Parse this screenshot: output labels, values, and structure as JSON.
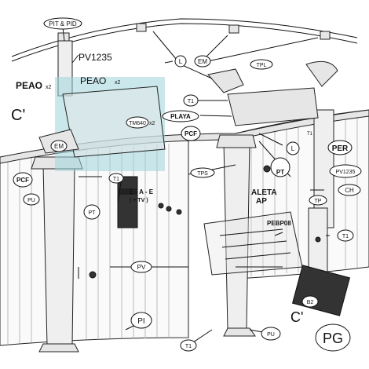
{
  "labels": {
    "pit_pid": "PIT & PID",
    "pv1235_top": "PV1235",
    "peao_left": "PEAO",
    "peao_left_mult": "x2",
    "peao_hl": "PEAO",
    "peao_hl_mult": "x2",
    "c_prime_left": "C'",
    "tm640": "TM640",
    "tm640_mult": "x2",
    "em_top": "EM",
    "em_left": "EM",
    "l_top": "L",
    "l_right": "L",
    "tpl": "TPL",
    "t1_mid": "T1",
    "t1_left": "T1",
    "t1_right_small": "T1",
    "t1_right": "T1",
    "t1_bottom": "T1",
    "playa": "PLAYA",
    "pcf_right": "PCF",
    "pcf_left": "PCF",
    "per": "PER",
    "pv1235_right": "PV1235",
    "tps": "TPS",
    "pt_mid": "PT",
    "pt_left": "PT",
    "pu_left": "PU",
    "pu_bottom": "PU",
    "eae": "E - A - E",
    "tv": "( + TV )",
    "aleta": "ALETA",
    "ap": "AP",
    "ch": "CH",
    "tp": "TP",
    "pebp08": "PEBP08",
    "pv_mid": "PV",
    "pi": "PI",
    "b2": "B2",
    "c_prime_bottom": "C'",
    "pg": "PG"
  },
  "colors": {
    "highlight": "#9fd6dc",
    "ink": "#111111"
  }
}
